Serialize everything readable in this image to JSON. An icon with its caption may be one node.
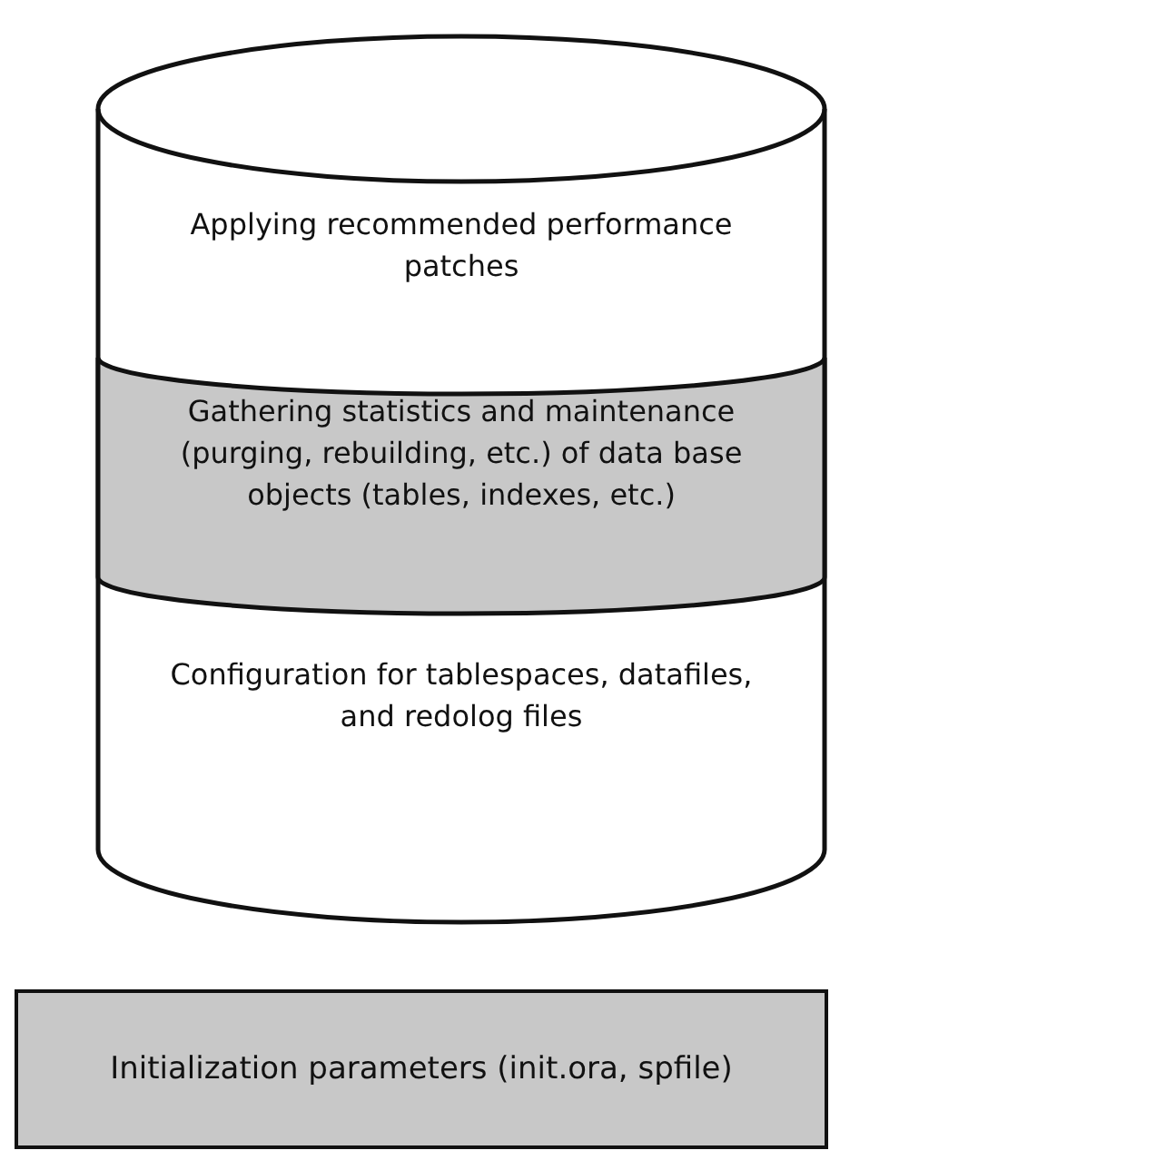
{
  "diagram": {
    "nodes": [
      {
        "text": [],
        "shape": "cylinder"
      },
      {
        "text": [
          "Applying recommended performance patches"
        ],
        "in": 0
      },
      {
        "text": [
          "Gathering statistics and maintenance (purging, rebuilding, etc.) of data base objects (tables, indexes, etc.)"
        ],
        "in": 0
      },
      {
        "text": [
          "Configuration for tablespaces, datafiles, and redolog files"
        ],
        "in": 0
      },
      {
        "text": [
          "Initialization parameters (init.ora, spfile)"
        ]
      }
    ]
  }
}
